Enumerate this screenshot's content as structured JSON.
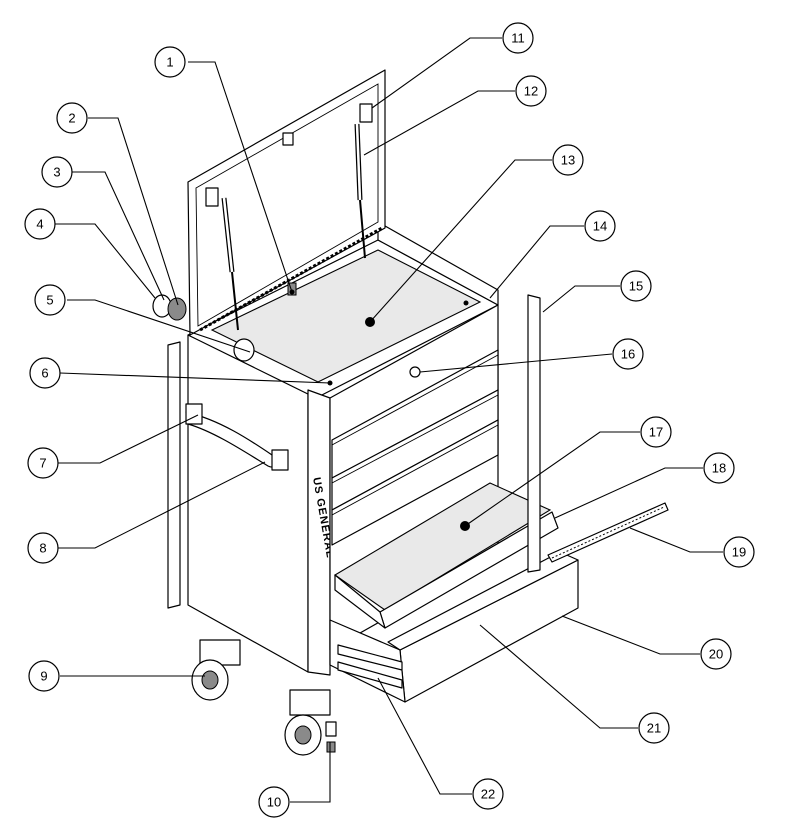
{
  "brand_text": "US GENERAL",
  "callouts": [
    "1",
    "2",
    "3",
    "4",
    "5",
    "6",
    "7",
    "8",
    "9",
    "10",
    "11",
    "12",
    "13",
    "14",
    "15",
    "16",
    "17",
    "18",
    "19",
    "20",
    "21",
    "22"
  ]
}
